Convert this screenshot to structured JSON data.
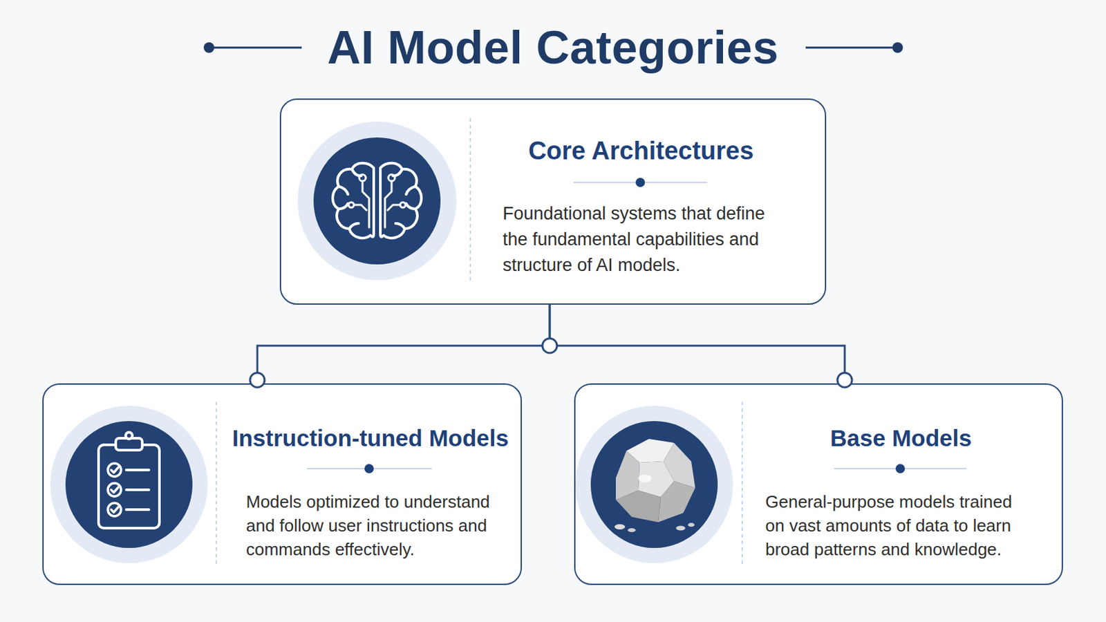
{
  "diagram": {
    "title": "AI Model Categories",
    "nodes": [
      {
        "text": [
          "Core Architectures",
          "Foundational systems that define the fundamental capabilities and structure of AI models."
        ]
      },
      {
        "text": [
          "Instruction-tuned Models",
          "Models optimized to understand and follow user instructions and commands effectively."
        ]
      },
      {
        "text": [
          "Base Models",
          "General-purpose models trained on vast amounts of data to learn broad patterns and knowledge."
        ]
      }
    ],
    "edges": [
      {
        "from": 0,
        "to": 1,
        "arrow": "none"
      },
      {
        "from": 0,
        "to": 2,
        "arrow": "none"
      }
    ]
  }
}
